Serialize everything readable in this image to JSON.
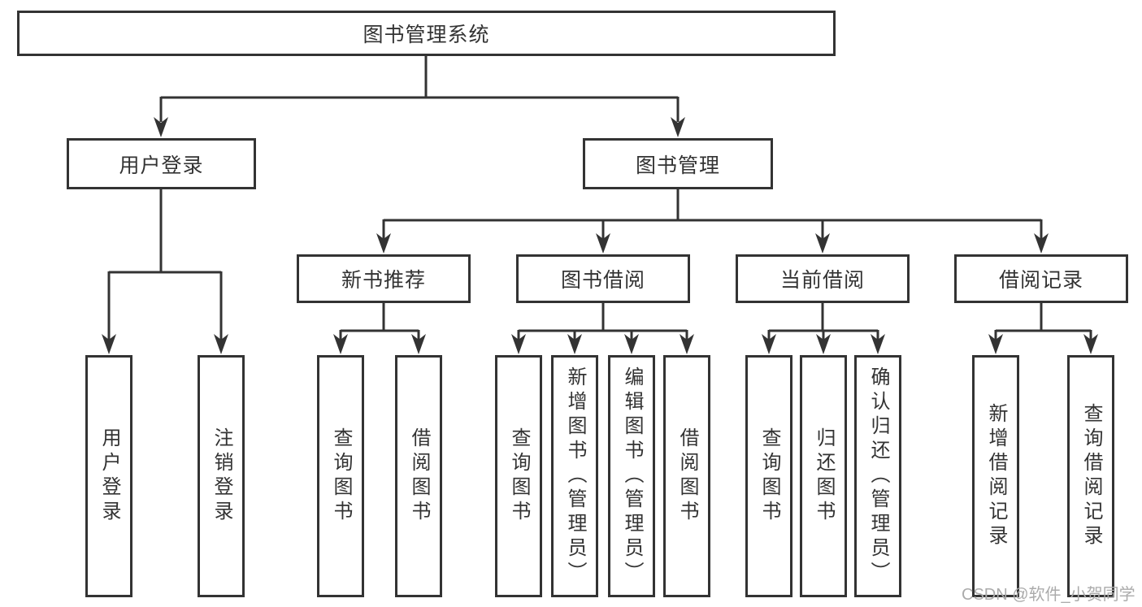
{
  "tree": {
    "root": "图书管理系统",
    "branches": [
      {
        "label": "用户登录",
        "children": [
          {
            "label": "用户登录"
          },
          {
            "label": "注销登录"
          }
        ]
      },
      {
        "label": "图书管理",
        "children": [
          {
            "label": "新书推荐",
            "children": [
              {
                "label": "查询图书"
              },
              {
                "label": "借阅图书"
              }
            ]
          },
          {
            "label": "图书借阅",
            "children": [
              {
                "label": "查询图书"
              },
              {
                "label": "新增图书（管理员）"
              },
              {
                "label": "编辑图书（管理员）"
              },
              {
                "label": "借阅图书"
              }
            ]
          },
          {
            "label": "当前借阅",
            "children": [
              {
                "label": "查询图书"
              },
              {
                "label": "归还图书"
              },
              {
                "label": "确认归还（管理员）"
              }
            ]
          },
          {
            "label": "借阅记录",
            "children": [
              {
                "label": "新增借阅记录"
              },
              {
                "label": "查询借阅记录"
              }
            ]
          }
        ]
      }
    ]
  },
  "watermark": {
    "text": "CSDN @软件_小贺同学"
  },
  "colors": {
    "line": "#333333",
    "box_border": "#333333",
    "text": "#333333",
    "background": "#ffffff",
    "watermark": "#ababab"
  }
}
